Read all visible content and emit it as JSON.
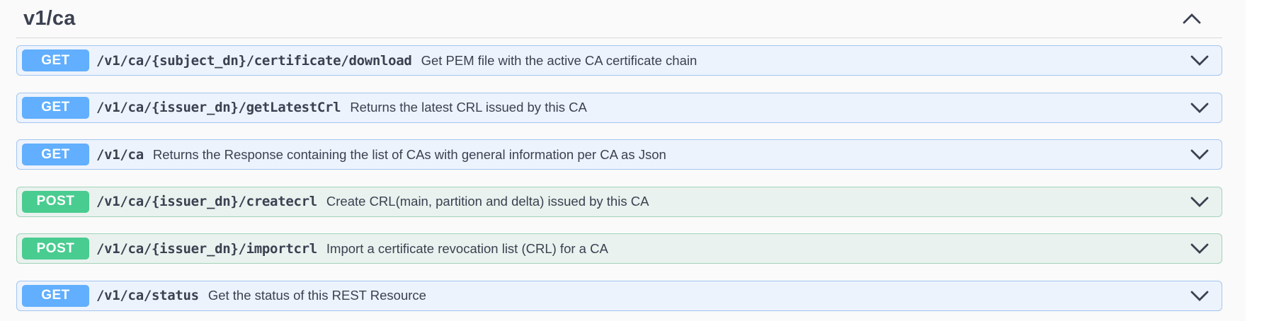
{
  "section": {
    "title": "v1/ca"
  },
  "icons": {
    "section_collapse": "chevron-up-icon",
    "endpoint_expand": "chevron-down-icon"
  },
  "endpoints": [
    {
      "method": "GET",
      "path": "/v1/ca/{subject_dn}/certificate/download",
      "summary": "Get PEM file with the active CA certificate chain"
    },
    {
      "method": "GET",
      "path": "/v1/ca/{issuer_dn}/getLatestCrl",
      "summary": "Returns the latest CRL issued by this CA"
    },
    {
      "method": "GET",
      "path": "/v1/ca",
      "summary": "Returns the Response containing the list of CAs with general information per CA as Json"
    },
    {
      "method": "POST",
      "path": "/v1/ca/{issuer_dn}/createcrl",
      "summary": "Create CRL(main, partition and delta) issued by this CA"
    },
    {
      "method": "POST",
      "path": "/v1/ca/{issuer_dn}/importcrl",
      "summary": "Import a certificate revocation list (CRL) for a CA"
    },
    {
      "method": "GET",
      "path": "/v1/ca/status",
      "summary": "Get the status of this REST Resource"
    }
  ],
  "colors": {
    "text": "#3b4151",
    "wrapper_bg": "#fafafa",
    "header_border": "#d9d9d9",
    "get_badge": "#61affe",
    "get_border": "#a3c6f0",
    "get_bg": "#edf3fc",
    "post_badge": "#49cc90",
    "post_border": "#a3d3ba",
    "post_bg": "#e9f2ee"
  }
}
